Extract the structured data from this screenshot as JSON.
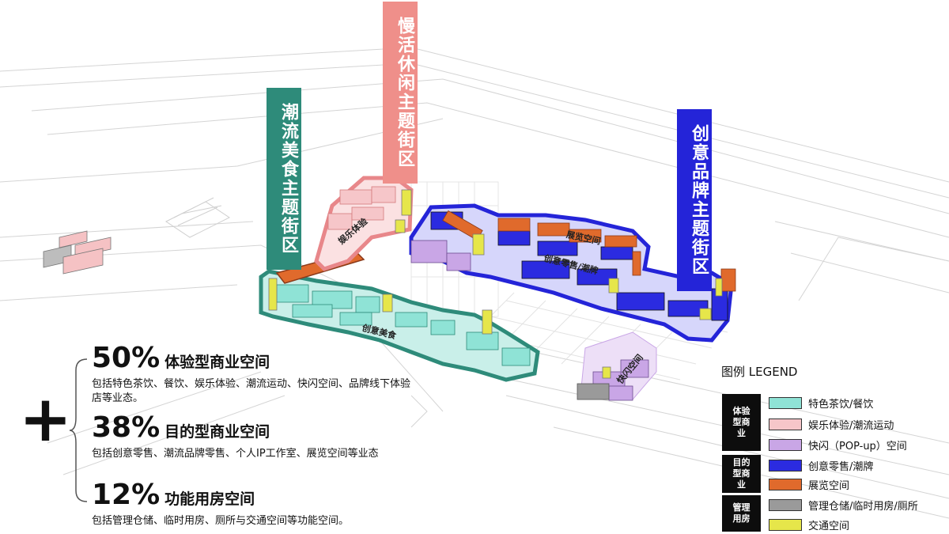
{
  "banners": {
    "food": "潮流美食主题街区",
    "leisure": "慢活休闲主题街区",
    "brand": "创意品牌主题街区"
  },
  "zone_labels": {
    "entertainment": "娱乐体验",
    "exhibition": "展览空间",
    "creative_retail": "创意零售/潮牌",
    "creative_food": "创意美食",
    "popup": "快闪空间"
  },
  "stats": [
    {
      "percent": "50%",
      "title": "体验型商业空间",
      "desc": "包括特色茶饮、餐饮、娱乐体验、潮流运动、快闪空间、品牌线下体验店等业态。"
    },
    {
      "percent": "38%",
      "title": "目的型商业空间",
      "desc": "包括创意零售、潮流品牌零售、个人IP工作室、展览空间等业态"
    },
    {
      "percent": "12%",
      "title": "功能用房空间",
      "desc": "包括管理仓储、临时用房、厕所与交通空间等功能空间。"
    }
  ],
  "plus_sign": "+",
  "legend": {
    "title": "图例 LEGEND",
    "groups": [
      "体验型商业",
      "目的型商业",
      "管理用房"
    ],
    "items": [
      {
        "label": "特色茶饮/餐饮",
        "color": "#8fe3d6"
      },
      {
        "label": "娱乐体验/潮流运动",
        "color": "#f6c6c9"
      },
      {
        "label": "快闪（POP-up）空间",
        "color": "#c9a6e6"
      },
      {
        "label": "创意零售/潮牌",
        "color": "#2b2be0"
      },
      {
        "label": "展览空间",
        "color": "#e06a2c"
      },
      {
        "label": "管理仓储/临时用房/厕所",
        "color": "#9a9a9a"
      },
      {
        "label": "交通空间",
        "color": "#e6e64a"
      }
    ]
  },
  "colors": {
    "food_banner": "#2e8b7a",
    "leisure_banner": "#ef8f8a",
    "brand_banner": "#2424d8",
    "food_outline": "#2e8b7a",
    "leisure_outline": "#e8878a",
    "brand_outline": "#2424d8"
  }
}
